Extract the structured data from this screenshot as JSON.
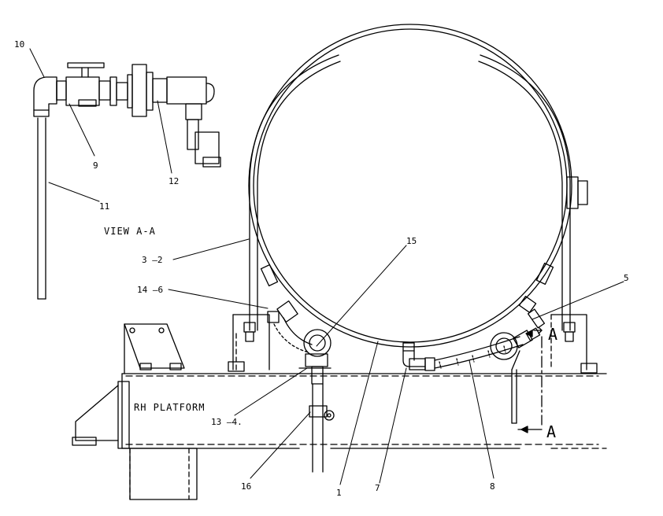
{
  "view_title": "VIEW A-A",
  "platform_label": "RH PLATFORM",
  "section_marker": "A",
  "callouts": {
    "c1": "1",
    "c3": "3 —2",
    "c5": "5",
    "c7": "7",
    "c8": "8",
    "c9": "9",
    "c10": "10",
    "c11": "11",
    "c12": "12",
    "c13": "13 —4.",
    "c14": "14 —6",
    "c15": "15",
    "c16": "16"
  },
  "colors": {
    "line": "#000000",
    "background": "#ffffff"
  }
}
